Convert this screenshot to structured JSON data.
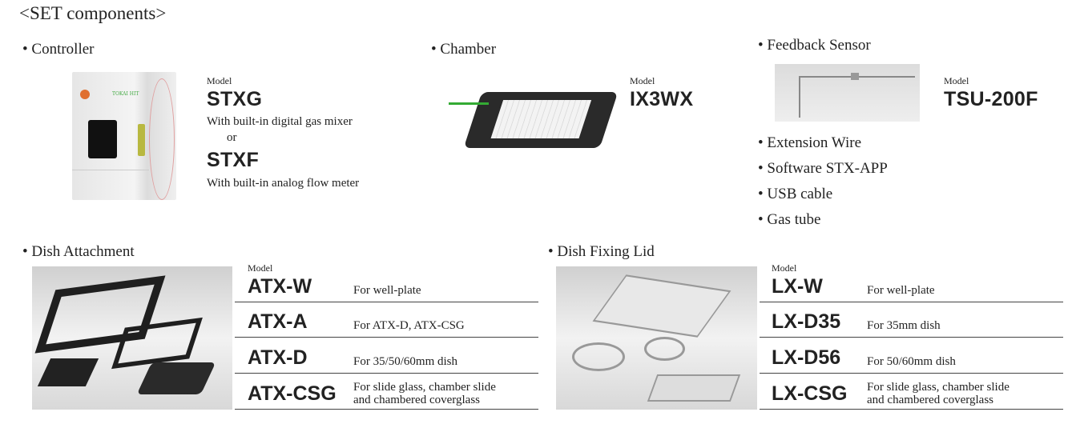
{
  "title": "<SET components>",
  "controller": {
    "heading": "• Controller",
    "model_label": "Model",
    "models": [
      {
        "name": "STXG",
        "desc": "With built-in digital gas mixer"
      },
      {
        "name": "STXF",
        "desc": "With built-in analog flow meter"
      }
    ],
    "or": "or"
  },
  "chamber": {
    "heading": "• Chamber",
    "model_label": "Model",
    "model": "IX3WX"
  },
  "sensor": {
    "heading": "• Feedback Sensor",
    "model_label": "Model",
    "model": "TSU-200F"
  },
  "accessories": [
    "• Extension Wire",
    "• Software STX-APP",
    "• USB cable",
    "• Gas tube"
  ],
  "dish_attachment": {
    "heading": "• Dish Attachment",
    "model_label": "Model",
    "rows": [
      {
        "name": "ATX-W",
        "desc": "For well-plate"
      },
      {
        "name": "ATX-A",
        "desc": "For ATX-D, ATX-CSG"
      },
      {
        "name": "ATX-D",
        "desc": "For 35/50/60mm dish"
      },
      {
        "name": "ATX-CSG",
        "desc": "For slide glass, chamber slide",
        "desc2": "and chambered coverglass"
      }
    ]
  },
  "dish_lid": {
    "heading": "• Dish Fixing Lid",
    "model_label": "Model",
    "rows": [
      {
        "name": "LX-W",
        "desc": "For well-plate"
      },
      {
        "name": "LX-D35",
        "desc": "For 35mm dish"
      },
      {
        "name": "LX-D56",
        "desc": "For 50/60mm dish"
      },
      {
        "name": "LX-CSG",
        "desc": "For slide glass, chamber slide",
        "desc2": "and chambered coverglass"
      }
    ]
  }
}
